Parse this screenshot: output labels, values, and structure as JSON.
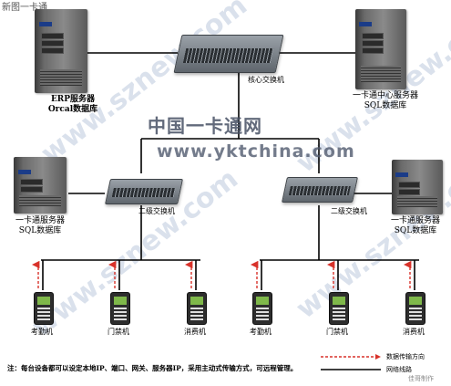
{
  "header": {
    "title": "新图一卡通"
  },
  "watermarks": {
    "brand_cn": "中国一卡通网",
    "domain_main": "www.yktchina.com",
    "domain_side": "www.sznew.com"
  },
  "servers": {
    "erp": {
      "name": "ERP服务器",
      "db": "Orcal数据库"
    },
    "center": {
      "name": "一卡通中心服务器",
      "db": "SQL数据库"
    },
    "left": {
      "name": "一卡通服务器",
      "db": "SQL数据库"
    },
    "right": {
      "name": "一卡通服务器",
      "db": "SQL数据库"
    }
  },
  "switches": {
    "core": "核心交换机",
    "left": "二级交换机",
    "right": "二级交换机"
  },
  "terminals": [
    "考勤机",
    "门禁机",
    "消费机",
    "考勤机",
    "门禁机",
    "消费机"
  ],
  "legend": {
    "data_direction": "数据传输方向",
    "network_line": "网络线路",
    "credit": "佳哥制作"
  },
  "footer": {
    "note": "注：每台设备都可以设定本地IP、端口、网关、服务器IP，采用主动式传输方式，可远程管理。"
  },
  "colors": {
    "data_arrow": "#d8322a",
    "network_line": "#000000"
  }
}
